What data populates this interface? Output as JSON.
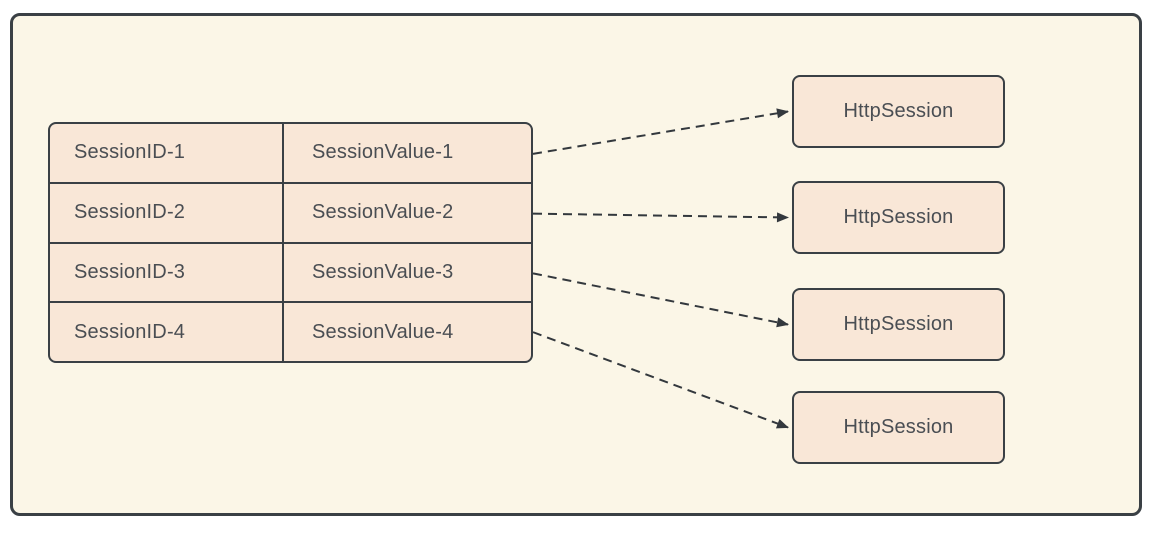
{
  "palette": {
    "canvas_bg": "#ffffff",
    "frame_bg": "#fbf6e7",
    "frame_border": "#3a4045",
    "cell_bg": "#f9e7d7",
    "cell_border": "#3a4045",
    "text": "#4a4e53",
    "arrow": "#33383d"
  },
  "diagram": {
    "table": {
      "rows": [
        {
          "id": "SessionID-1",
          "value": "SessionValue-1"
        },
        {
          "id": "SessionID-2",
          "value": "SessionValue-2"
        },
        {
          "id": "SessionID-3",
          "value": "SessionValue-3"
        },
        {
          "id": "SessionID-4",
          "value": "SessionValue-4"
        }
      ]
    },
    "nodes": [
      {
        "label": "HttpSession"
      },
      {
        "label": "HttpSession"
      },
      {
        "label": "HttpSession"
      },
      {
        "label": "HttpSession"
      }
    ],
    "edges": [
      {
        "from": 0,
        "to": 0
      },
      {
        "from": 1,
        "to": 1
      },
      {
        "from": 2,
        "to": 2
      },
      {
        "from": 3,
        "to": 3
      }
    ]
  }
}
